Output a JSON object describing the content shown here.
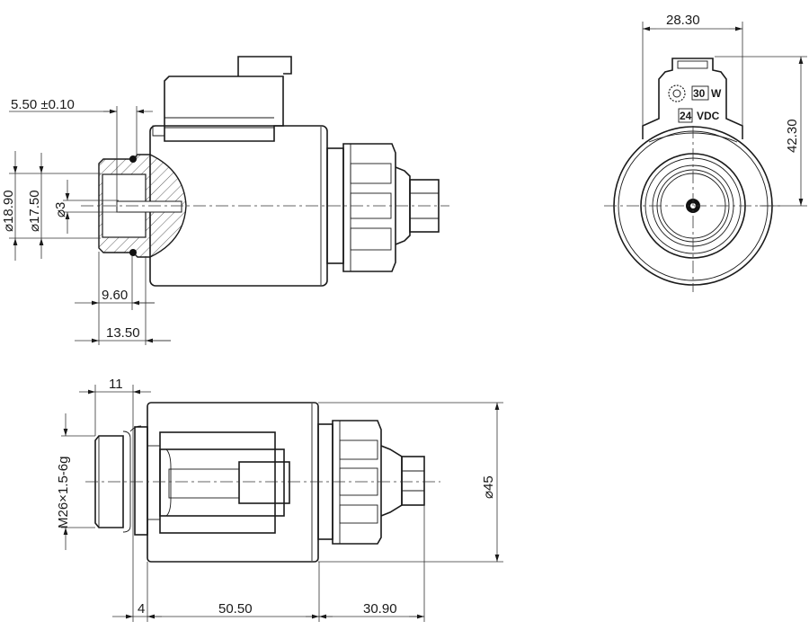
{
  "side_section_view": {
    "dim_pin_offset": "5.50 ±0.10",
    "dim_dia_outer": "⌀18.90",
    "dim_dia_inner": "⌀17.50",
    "dim_dia_hole": "⌀3",
    "dim_depth_inner": "9.60",
    "dim_depth_outer": "13.50"
  },
  "front_view": {
    "dim_width": "28.30",
    "dim_height": "42.30",
    "power_value": "30",
    "power_unit": "W",
    "voltage_value": "24",
    "voltage_unit": "VDC"
  },
  "top_view": {
    "dim_thread_length": "11",
    "dim_thread": "M26×1.5-6g",
    "dim_diameter": "⌀45",
    "dim_flange": "4",
    "dim_coil_length": "50.50",
    "dim_nut_length": "30.90"
  }
}
